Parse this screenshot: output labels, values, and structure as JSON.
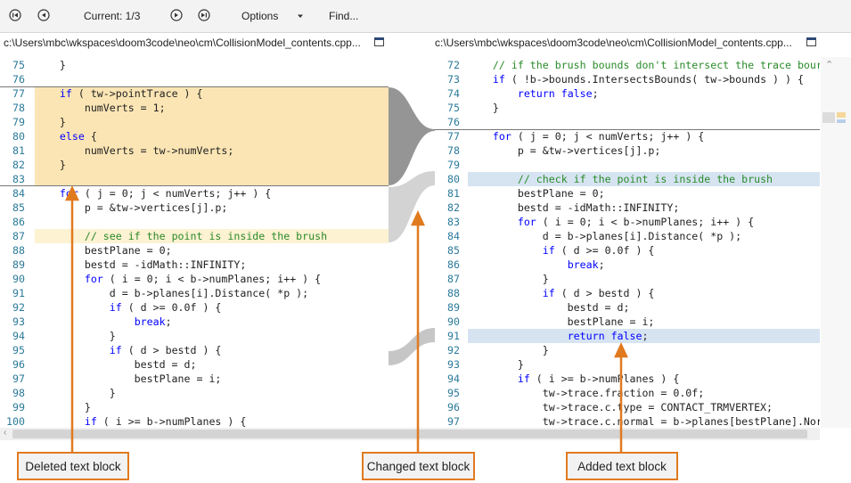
{
  "toolbar": {
    "current": "Current: 1/3",
    "options": "Options",
    "find": "Find..."
  },
  "left_pane": {
    "path": "c:\\Users\\mbc\\wkspaces\\doom3code\\neo\\cm\\CollisionModel_contents.cpp...",
    "lines": [
      {
        "n": "75",
        "t": "    }"
      },
      {
        "n": "76",
        "t": ""
      },
      {
        "n": "77",
        "t": "    if ( tw->pointTrace ) {"
      },
      {
        "n": "78",
        "t": "        numVerts = 1;"
      },
      {
        "n": "79",
        "t": "    }"
      },
      {
        "n": "80",
        "t": "    else {"
      },
      {
        "n": "81",
        "t": "        numVerts = tw->numVerts;"
      },
      {
        "n": "82",
        "t": "    }"
      },
      {
        "n": "83",
        "t": ""
      },
      {
        "n": "84",
        "t": "    for ( j = 0; j < numVerts; j++ ) {"
      },
      {
        "n": "85",
        "t": "        p = &tw->vertices[j].p;"
      },
      {
        "n": "86",
        "t": ""
      },
      {
        "n": "87",
        "t": "        // see if the point is inside the brush"
      },
      {
        "n": "88",
        "t": "        bestPlane = 0;"
      },
      {
        "n": "89",
        "t": "        bestd = -idMath::INFINITY;"
      },
      {
        "n": "90",
        "t": "        for ( i = 0; i < b->numPlanes; i++ ) {"
      },
      {
        "n": "91",
        "t": "            d = b->planes[i].Distance( *p );"
      },
      {
        "n": "92",
        "t": "            if ( d >= 0.0f ) {"
      },
      {
        "n": "93",
        "t": "                break;"
      },
      {
        "n": "94",
        "t": "            }"
      },
      {
        "n": "95",
        "t": "            if ( d > bestd ) {"
      },
      {
        "n": "96",
        "t": "                bestd = d;"
      },
      {
        "n": "97",
        "t": "                bestPlane = i;"
      },
      {
        "n": "98",
        "t": "            }"
      },
      {
        "n": "99",
        "t": "        }"
      },
      {
        "n": "100",
        "t": "        if ( i >= b->numPlanes ) {"
      }
    ]
  },
  "right_pane": {
    "path": "c:\\Users\\mbc\\wkspaces\\doom3code\\neo\\cm\\CollisionModel_contents.cpp...",
    "lines": [
      {
        "n": "72",
        "t": "    // if the brush bounds don't intersect the trace bour"
      },
      {
        "n": "73",
        "t": "    if ( !b->bounds.IntersectsBounds( tw->bounds ) ) {"
      },
      {
        "n": "74",
        "t": "        return false;"
      },
      {
        "n": "75",
        "t": "    }"
      },
      {
        "n": "76",
        "t": ""
      },
      {
        "n": "77",
        "t": "    for ( j = 0; j < numVerts; j++ ) {"
      },
      {
        "n": "78",
        "t": "        p = &tw->vertices[j].p;"
      },
      {
        "n": "79",
        "t": ""
      },
      {
        "n": "80",
        "t": "        // check if the point is inside the brush"
      },
      {
        "n": "81",
        "t": "        bestPlane = 0;"
      },
      {
        "n": "82",
        "t": "        bestd = -idMath::INFINITY;"
      },
      {
        "n": "83",
        "t": "        for ( i = 0; i < b->numPlanes; i++ ) {"
      },
      {
        "n": "84",
        "t": "            d = b->planes[i].Distance( *p );"
      },
      {
        "n": "85",
        "t": "            if ( d >= 0.0f ) {"
      },
      {
        "n": "86",
        "t": "                break;"
      },
      {
        "n": "87",
        "t": "            }"
      },
      {
        "n": "88",
        "t": "            if ( d > bestd ) {"
      },
      {
        "n": "89",
        "t": "                bestd = d;"
      },
      {
        "n": "90",
        "t": "                bestPlane = i;"
      },
      {
        "n": "91",
        "t": "                return false;"
      },
      {
        "n": "92",
        "t": "            }"
      },
      {
        "n": "93",
        "t": "        }"
      },
      {
        "n": "94",
        "t": "        if ( i >= b->numPlanes ) {"
      },
      {
        "n": "95",
        "t": "            tw->trace.fraction = 0.0f;"
      },
      {
        "n": "96",
        "t": "            tw->trace.c.type = CONTACT_TRMVERTEX;"
      },
      {
        "n": "97",
        "t": "            tw->trace.c.normal = b->planes[bestPlane].Nor"
      }
    ]
  },
  "callouts": {
    "deleted": "Deleted text block",
    "changed": "Changed text block",
    "added": "Added text block"
  },
  "colors": {
    "deleted_bg": "#fbe5b4",
    "changed_bg": "#fdf2d2",
    "added_bg": "#d6e4f2",
    "connector": "#8a8a8a",
    "callout_border": "#e07a1f",
    "line_number": "#2b7a9a",
    "keyword": "#0000ff",
    "comment": "#2a8a2a"
  }
}
